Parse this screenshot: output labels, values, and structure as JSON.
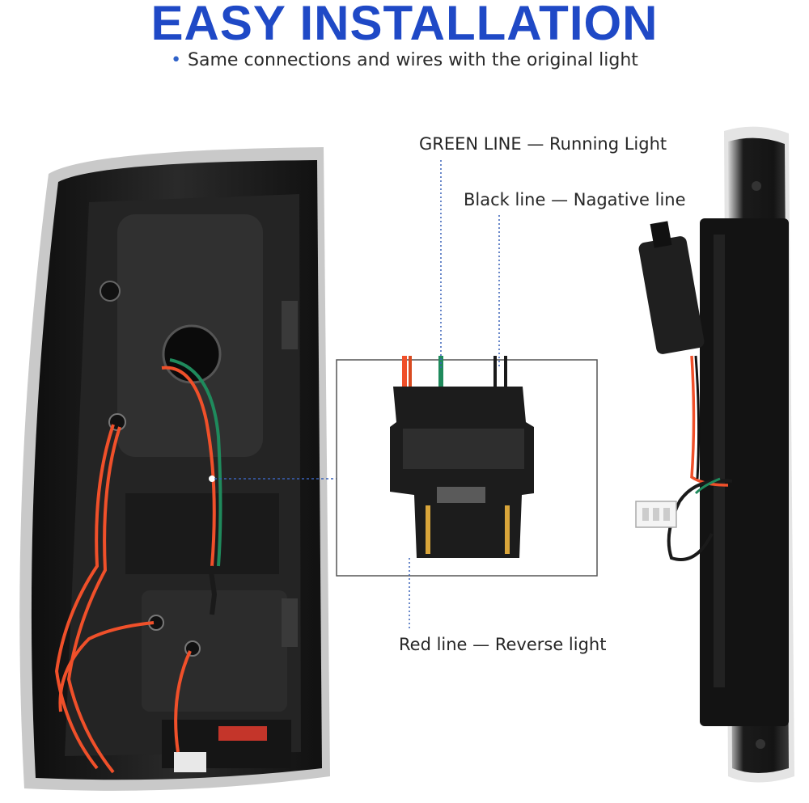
{
  "header": {
    "title": "EASY INSTALLATION",
    "subtitle": "Same connections and wires with the original light"
  },
  "labels": {
    "green_line": "GREEN LINE — Running Light",
    "black_line": "Black line — Nagative line",
    "red_line": "Red line — Reverse light"
  },
  "colors": {
    "title_blue": "#1f49c6",
    "callout_blue": "#3a62b8",
    "wire_red": "#f0502a",
    "wire_green": "#1f8a5c",
    "housing_dark": "#1a1a1a"
  }
}
